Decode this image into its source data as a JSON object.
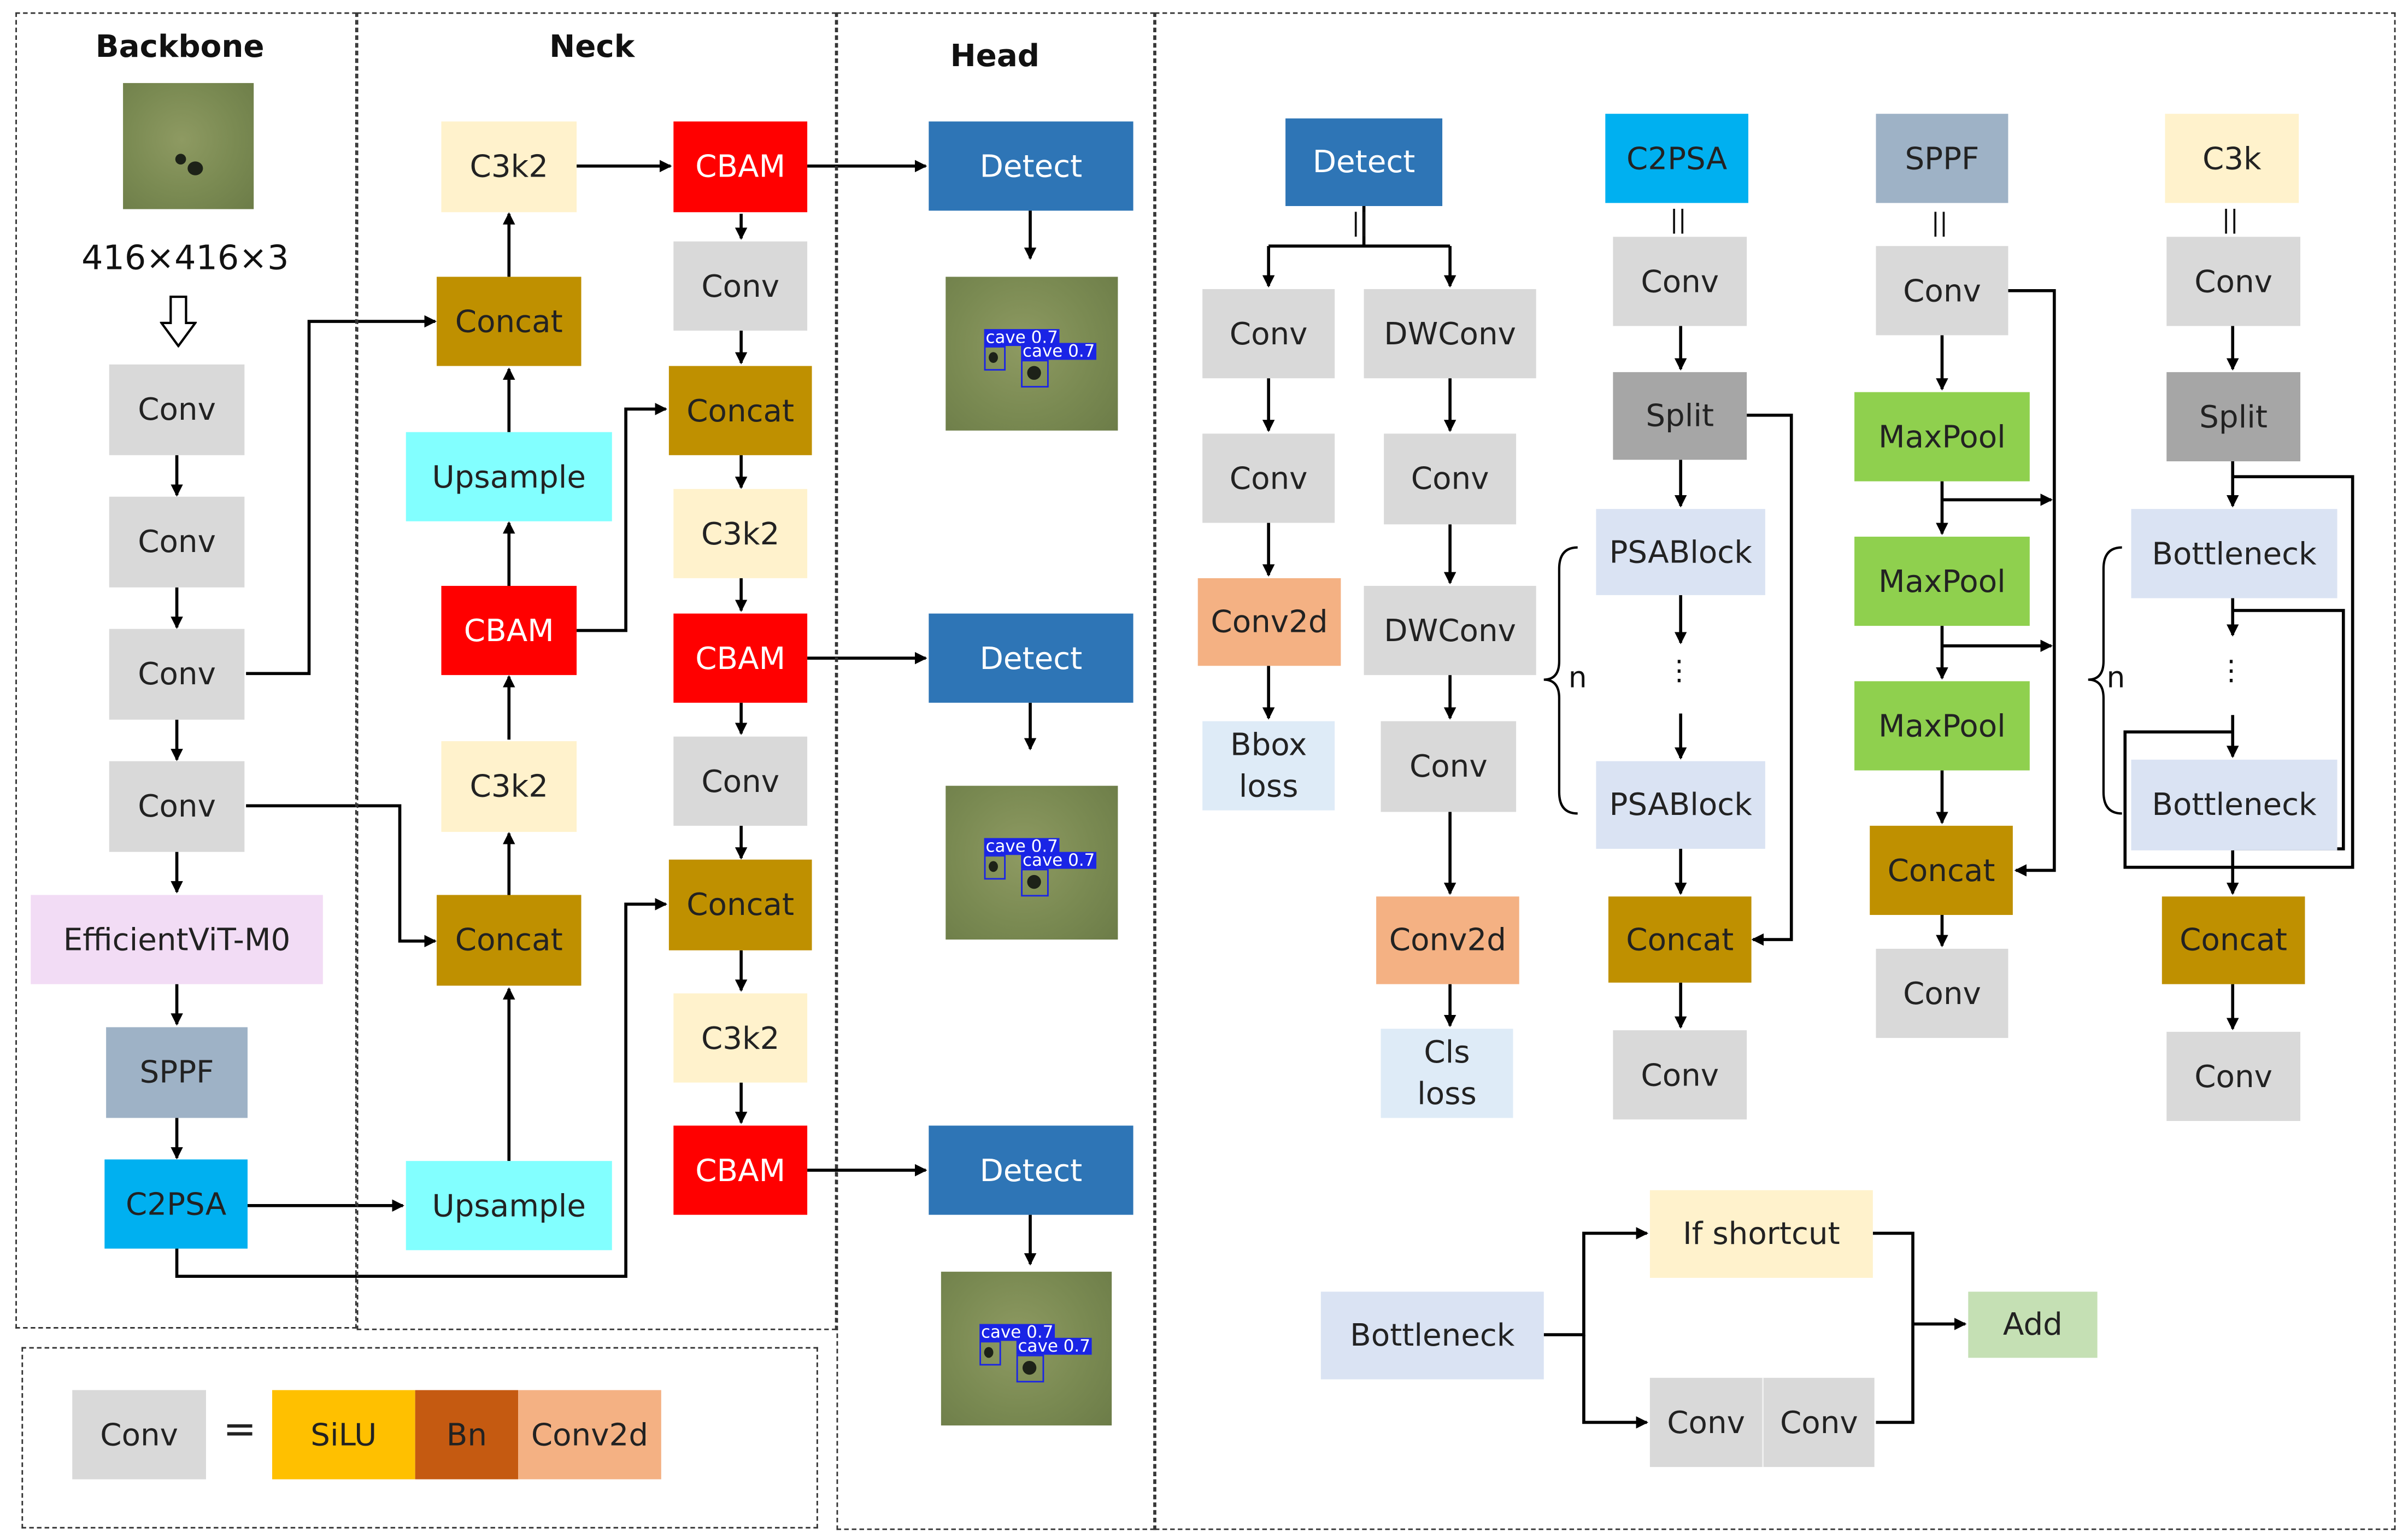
{
  "sections": {
    "backbone": "Backbone",
    "neck": "Neck",
    "head": "Head"
  },
  "input_size": "416×416×3",
  "backbone": [
    "Conv",
    "Conv",
    "Conv",
    "Conv",
    "EfficientViT-M0",
    "SPPF",
    "C2PSA"
  ],
  "neck": {
    "left": [
      "C3k2",
      "Concat",
      "Upsample",
      "CBAM",
      "C3k2",
      "Concat",
      "Upsample"
    ],
    "right": [
      "CBAM",
      "Conv",
      "Concat",
      "C3k2",
      "CBAM",
      "Conv",
      "Concat",
      "C3k2",
      "CBAM"
    ]
  },
  "head": {
    "detect_label": "Detect",
    "detection_labels": [
      "cave 0.7",
      "cave 0.7"
    ]
  },
  "legend": {
    "lhs": "Conv",
    "equals": "=",
    "parts": [
      "SiLU",
      "Bn",
      "Conv2d"
    ]
  },
  "detail": {
    "detect": {
      "title": "Detect",
      "equiv": "||",
      "left": [
        "Conv",
        "Conv",
        "Conv2d",
        "Bbox\nloss"
      ],
      "right": [
        "DWConv",
        "Conv",
        "DWConv",
        "Conv",
        "Conv2d",
        "Cls\nloss"
      ]
    },
    "c2psa": {
      "title": "C2PSA",
      "equiv": "||",
      "blocks": [
        "Conv",
        "Split",
        "PSABlock",
        "PSABlock",
        "Concat",
        "Conv"
      ],
      "dots": "⋮",
      "repeat": "n"
    },
    "sppf": {
      "title": "SPPF",
      "equiv": "||",
      "blocks": [
        "Conv",
        "MaxPool",
        "MaxPool",
        "MaxPool",
        "Concat",
        "Conv"
      ]
    },
    "c3k": {
      "title": "C3k",
      "equiv": "||",
      "blocks": [
        "Conv",
        "Split",
        "Bottleneck",
        "Bottleneck",
        "Concat",
        "Conv"
      ],
      "dots": "⋮",
      "repeat": "n"
    },
    "bottleneck": {
      "input": "Bottleneck",
      "shortcut": "If shortcut",
      "convs": [
        "Conv",
        "Conv"
      ],
      "output": "Add"
    }
  },
  "colors": {
    "conv": "#d9d9d9",
    "c3k2": "#fff2cc",
    "cbam": "#ff0000",
    "concat": "#bf9000",
    "upsample": "#82ffff",
    "detect": "#2e75b6",
    "efficientvit": "#f2dcf5",
    "sppf": "#9eb2c6",
    "c2psa": "#00b0f0",
    "split": "#a6a6a6",
    "psablock": "#dae3f3",
    "maxpool": "#8fd04e",
    "conv2d": "#f4b183",
    "loss": "#deebf7",
    "silu": "#ffc000",
    "bn": "#c55a11",
    "add": "#c5e0b4"
  }
}
